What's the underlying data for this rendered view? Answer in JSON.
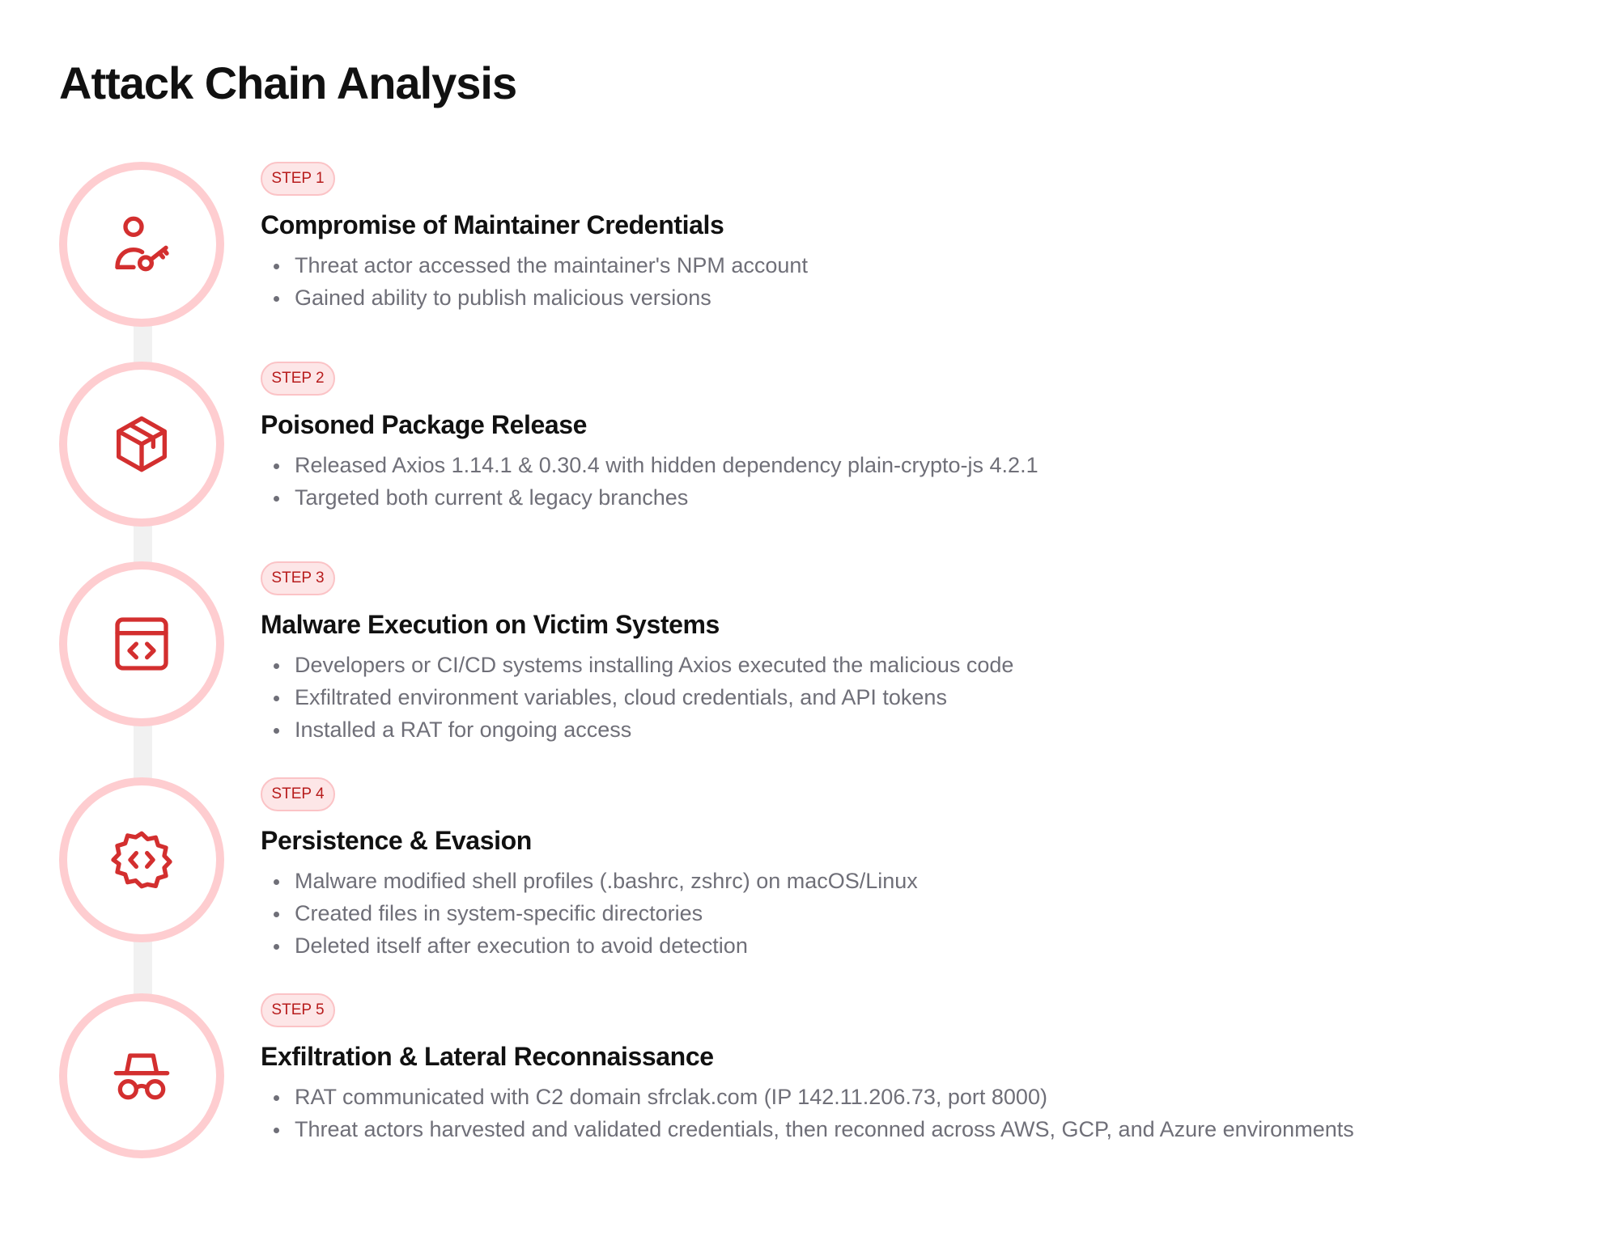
{
  "title": "Attack Chain Analysis",
  "accent_color": "#d32f2f",
  "ring_color": "#fecdd0",
  "steps": [
    {
      "badge": "STEP 1",
      "icon": "user-key-icon",
      "title": "Compromise of Maintainer Credentials",
      "bullets": [
        "Threat actor accessed the maintainer's NPM account",
        "Gained ability to publish malicious versions"
      ]
    },
    {
      "badge": "STEP 2",
      "icon": "package-icon",
      "title": "Poisoned Package Release",
      "bullets": [
        "Released Axios 1.14.1 & 0.30.4 with hidden dependency plain-crypto-js 4.2.1",
        "Targeted both current & legacy branches"
      ]
    },
    {
      "badge": "STEP 3",
      "icon": "code-window-icon",
      "title": "Malware Execution on Victim Systems",
      "bullets": [
        "Developers or CI/CD systems installing Axios executed the malicious code",
        "Exfiltrated environment variables, cloud credentials, and API tokens",
        "Installed a RAT for ongoing access"
      ]
    },
    {
      "badge": "STEP 4",
      "icon": "code-gear-icon",
      "title": "Persistence & Evasion",
      "bullets": [
        "Malware modified shell profiles (.bashrc, zshrc) on macOS/Linux",
        "Created files in system-specific directories",
        "Deleted itself after execution to avoid detection"
      ]
    },
    {
      "badge": "STEP 5",
      "icon": "spy-incognito-icon",
      "title": "Exfiltration & Lateral Reconnaissance",
      "bullets": [
        "RAT communicated with C2 domain sfrclak.com (IP 142.11.206.73, port 8000)",
        "Threat actors harvested and validated credentials, then reconned across AWS, GCP, and Azure environments"
      ]
    }
  ]
}
